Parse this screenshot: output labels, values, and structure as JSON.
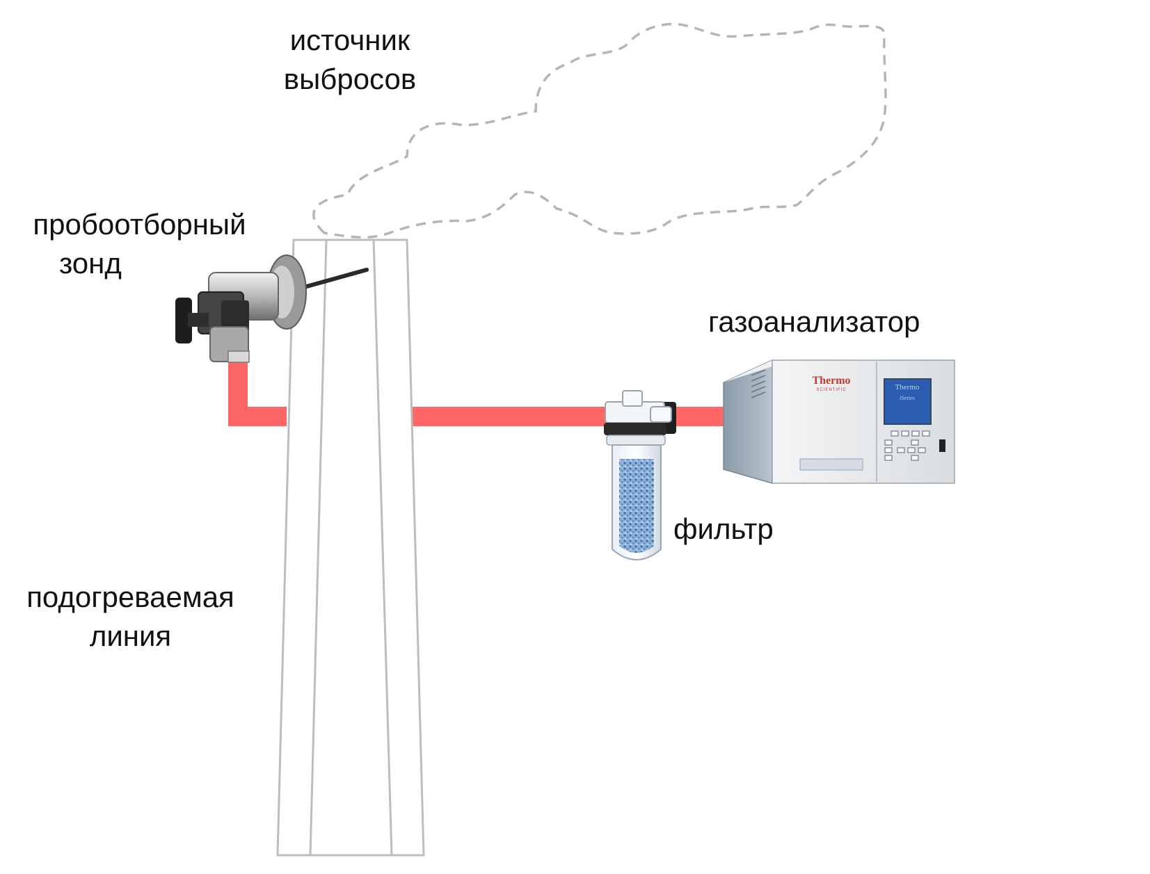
{
  "labels": {
    "emission_source": [
      "источник",
      "выбросов"
    ],
    "sampling_probe": [
      "пробоотборный",
      "зонд"
    ],
    "gas_analyzer": "газоанализатор",
    "filter": "фильтр",
    "heated_line": [
      "подогреваемая",
      "линия"
    ]
  },
  "analyzer": {
    "brand": "Thermo",
    "brand_sub": "SCIENTIFIC",
    "screen_brand": "Thermo",
    "screen_sub": "iSeries"
  },
  "colors": {
    "heated_line": "#ff6666",
    "stack_outline": "#bdbdbd",
    "plume_outline": "#b5b5b5",
    "analyzer_body": "#dfe3e6",
    "analyzer_brand": "#c0392b",
    "screen": "#2a5db0",
    "filter_media": "#5b8fc7"
  }
}
